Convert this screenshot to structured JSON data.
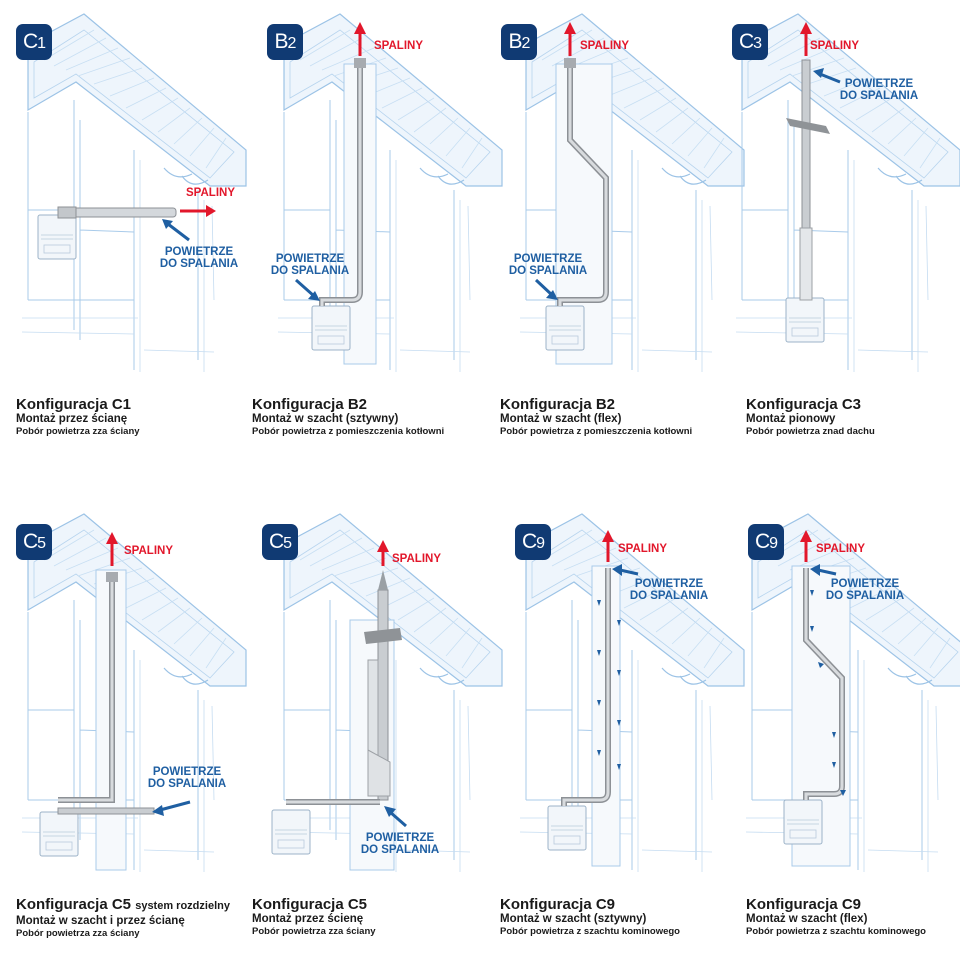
{
  "labels": {
    "exhaust": "SPALINY",
    "air_line1": "POWIETRZE",
    "air_line2": "DO SPALANIA"
  },
  "colors": {
    "badge": "#103a73",
    "exhaust_red": "#e2172b",
    "air_blue": "#1f5fa2",
    "sketch": "#9cc3e6",
    "pipe": "#8d9196"
  },
  "panels": [
    {
      "code": "C",
      "sub": "1",
      "title": "Konfiguracja C1",
      "title_suffix": "",
      "line1": "Montaż przez ścianę",
      "line2": "Pobór powietrza zza ściany"
    },
    {
      "code": "B",
      "sub": "2",
      "title": "Konfiguracja B2",
      "title_suffix": "",
      "line1": "Montaż w szacht (sztywny)",
      "line2": "Pobór powietrza z pomieszczenia kotłowni"
    },
    {
      "code": "B",
      "sub": "2",
      "title": "Konfiguracja B2",
      "title_suffix": "",
      "line1": "Montaż w szacht (flex)",
      "line2": "Pobór powietrza z pomieszczenia kotłowni"
    },
    {
      "code": "C",
      "sub": "3",
      "title": "Konfiguracja C3",
      "title_suffix": "",
      "line1": "Montaż pionowy",
      "line2": "Pobór powietrza znad dachu"
    },
    {
      "code": "C",
      "sub": "5",
      "title": "Konfiguracja C5",
      "title_suffix": "system rozdzielny",
      "line1": "Montaż w szacht i przez ścianę",
      "line2": "Pobór powietrza zza ściany"
    },
    {
      "code": "C",
      "sub": "5",
      "title": "Konfiguracja C5",
      "title_suffix": "",
      "line1": "Montaż przez ścienę",
      "line2": "Pobór powietrza zza ściany"
    },
    {
      "code": "C",
      "sub": "9",
      "title": "Konfiguracja C9",
      "title_suffix": "",
      "line1": "Montaż w szacht (sztywny)",
      "line2": "Pobór powietrza z szachtu kominowego"
    },
    {
      "code": "C",
      "sub": "9",
      "title": "Konfiguracja C9",
      "title_suffix": "",
      "line1": "Montaż w szacht (flex)",
      "line2": "Pobór powietrza z szachtu kominowego"
    }
  ]
}
